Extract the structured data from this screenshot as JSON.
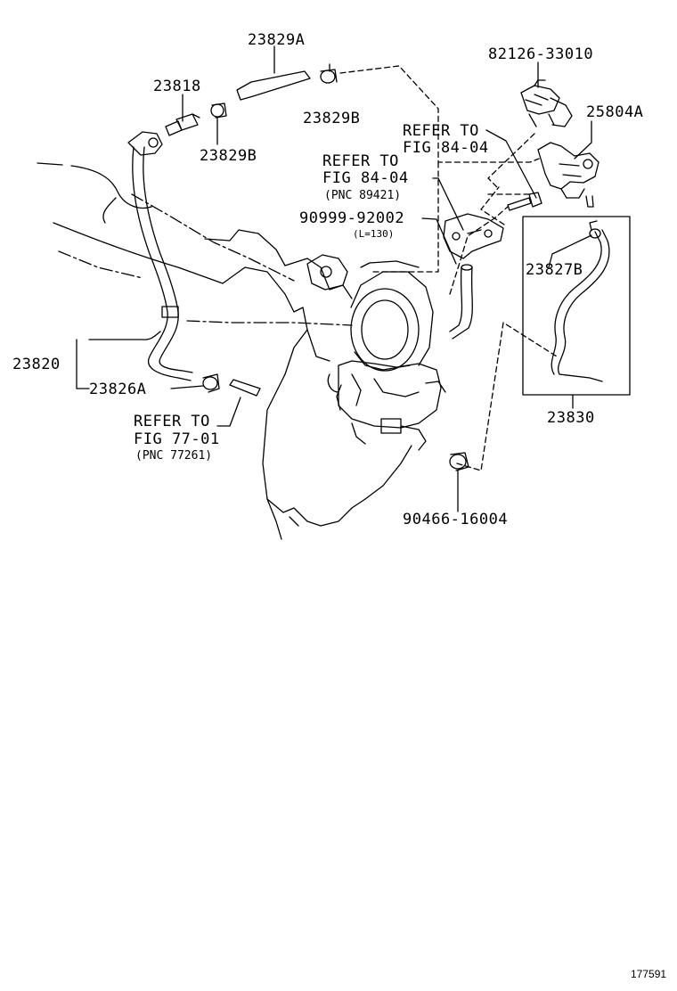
{
  "labels": {
    "p23829A": "23829A",
    "p82126": "82126-33010",
    "p23818": "23818",
    "p23829B_1": "23829B",
    "p23829B_2": "23829B",
    "p25804A": "25804A",
    "refer_to_1": "REFER TO",
    "fig_84_04_1": "FIG 84-04",
    "refer_to_2": "REFER TO",
    "fig_84_04_2": "FIG 84-04",
    "pnc_89421": "(PNC 89421)",
    "p90999": "90999-92002",
    "len_note": "(L=130)",
    "p23827B": "23827B",
    "p23820": "23820",
    "p23826A": "23826A",
    "p23830": "23830",
    "refer_to_3": "REFER TO",
    "fig_77_01": "FIG 77-01",
    "pnc_77261": "(PNC 77261)",
    "p90466": "90466-16004",
    "figure_id": "177591"
  }
}
